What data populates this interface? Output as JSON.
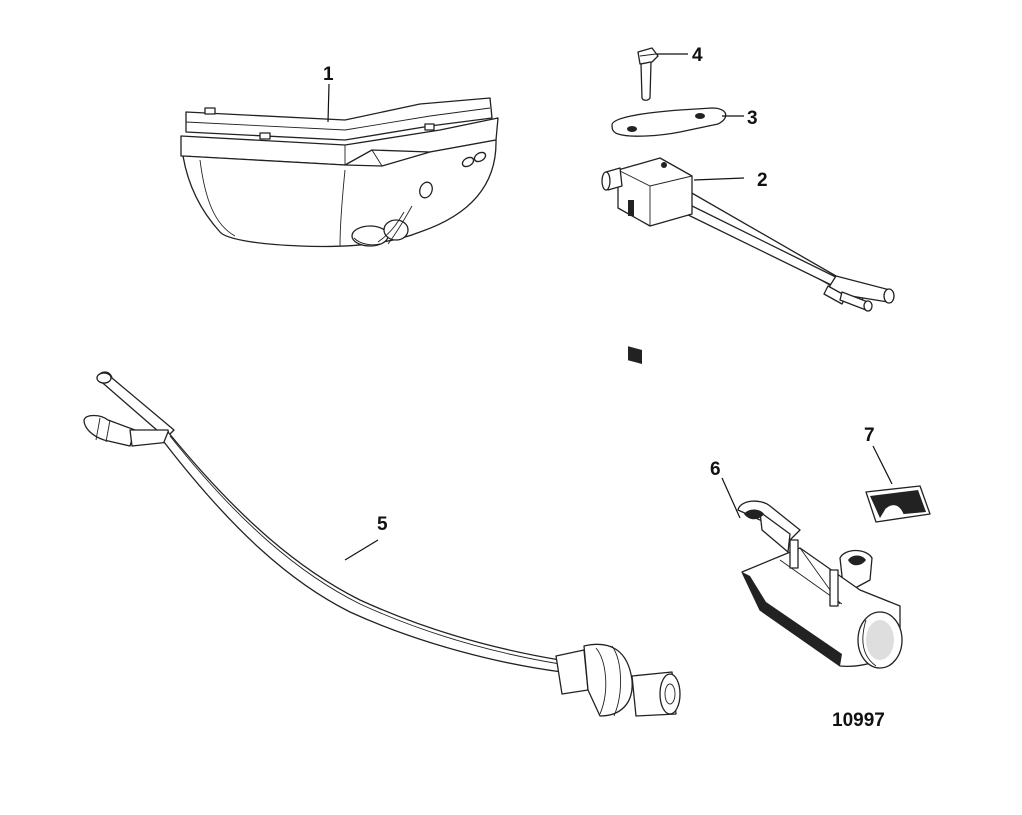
{
  "callouts": {
    "c1": "1",
    "c2": "2",
    "c3": "3",
    "c4": "4",
    "c5": "5",
    "c6": "6",
    "c7": "7"
  },
  "figure_number": "10997",
  "parts": [
    {
      "id": "1",
      "icon": "transducer-housing-icon"
    },
    {
      "id": "2",
      "icon": "sensor-with-tubes-icon"
    },
    {
      "id": "3",
      "icon": "mounting-plate-icon"
    },
    {
      "id": "4",
      "icon": "bolt-icon"
    },
    {
      "id": "5",
      "icon": "cable-with-connector-icon"
    },
    {
      "id": "6",
      "icon": "bracket-icon"
    },
    {
      "id": "7",
      "icon": "clip-icon"
    }
  ]
}
